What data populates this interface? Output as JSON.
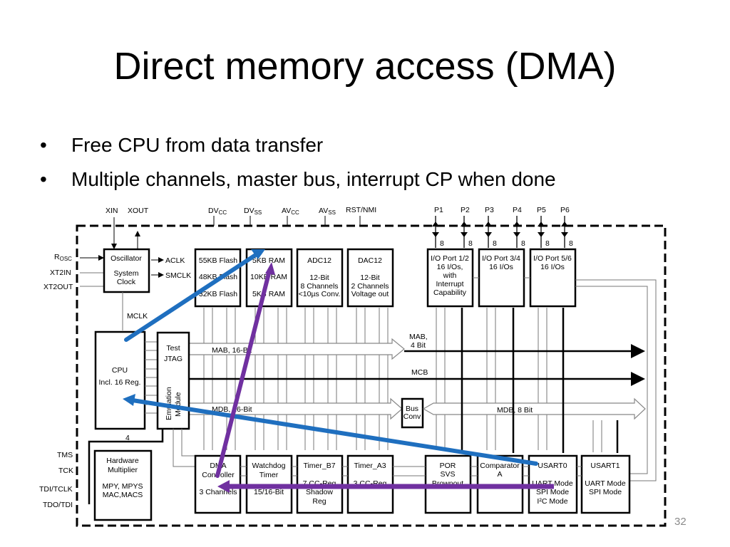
{
  "slide": {
    "title": "Direct memory access (DMA)",
    "bullets": [
      "Free CPU from data transfer",
      "Multiple channels, master bus, interrupt CP when done"
    ],
    "page_number": "32"
  },
  "diagram": {
    "pins_top": {
      "xin": "XIN",
      "xout": "XOUT",
      "dvcc": {
        "main": "DV",
        "sub": "CC"
      },
      "dvss": {
        "main": "DV",
        "sub": "SS"
      },
      "avcc": {
        "main": "AV",
        "sub": "CC"
      },
      "avss": {
        "main": "AV",
        "sub": "SS"
      },
      "rst": "RST/NMI",
      "ports": [
        "P1",
        "P2",
        "P3",
        "P4",
        "P5",
        "P6"
      ],
      "port_width": "8"
    },
    "pins_left": {
      "rosc": {
        "main": "R",
        "sub": "OSC"
      },
      "xt2in": "XT2IN",
      "xt2out": "XT2OUT",
      "jtag": [
        "TMS",
        "TCK",
        "TDI/TCLK",
        "TDO/TDI"
      ]
    },
    "oscillator": [
      "Oscillator",
      "System",
      "Clock"
    ],
    "clocks": {
      "aclk": "ACLK",
      "smclk": "SMCLK",
      "mclk": "MCLK"
    },
    "flash": [
      "55KB Flash",
      "48KB Flash",
      "32KB Flash"
    ],
    "ram": [
      "5KB RAM",
      "10KB RAM",
      "5KB RAM"
    ],
    "adc": [
      "ADC12",
      "12-Bit",
      "8 Channels",
      "<10µs Conv."
    ],
    "dac": [
      "DAC12",
      "12-Bit",
      "2 Channels",
      "Voltage out"
    ],
    "io12": [
      "I/O Port 1/2",
      "16 I/Os,",
      "with",
      "Interrupt",
      "Capability"
    ],
    "io34": [
      "I/O Port 3/4",
      "16 I/Os"
    ],
    "io56": [
      "I/O Port 5/6",
      "16 I/Os"
    ],
    "cpu": [
      "CPU",
      "Incl. 16 Reg."
    ],
    "emulation": {
      "test": [
        "Test",
        "JTAG"
      ],
      "module": [
        "Emulation",
        "Module"
      ]
    },
    "buses": {
      "mab16": "MAB, 16-Bit",
      "mab4": [
        "MAB,",
        "4 Bit"
      ],
      "mcb": "MCB",
      "mdb16": "MDB, 16-Bit",
      "mdb8": "MDB, 8 Bit",
      "busconv": [
        "Bus",
        "Conv"
      ]
    },
    "multiplier": {
      "width": "4",
      "lines": [
        "Hardware",
        "Multiplier",
        "MPY, MPYS",
        "MAC,MACS"
      ]
    },
    "dma": [
      "DMA",
      "Controller",
      "3 Channels"
    ],
    "watchdog": [
      "Watchdog",
      "Timer",
      "15/16-Bit"
    ],
    "timer_b7": [
      "Timer_B7",
      "7 CC-Reg",
      "Shadow",
      "Reg"
    ],
    "timer_a3": [
      "Timer_A3",
      "3 CC-Reg"
    ],
    "por": [
      "POR",
      "SVS",
      "Brownout"
    ],
    "comparator": [
      "Comparator",
      "A"
    ],
    "usart0": [
      "USART0",
      "UART Mode",
      "SPI Mode",
      "I²C Mode"
    ],
    "usart1": [
      "USART1",
      "UART Mode",
      "SPI Mode"
    ],
    "arrow_colors": {
      "blue": "#1f6fbf",
      "purple": "#7030a0"
    }
  }
}
